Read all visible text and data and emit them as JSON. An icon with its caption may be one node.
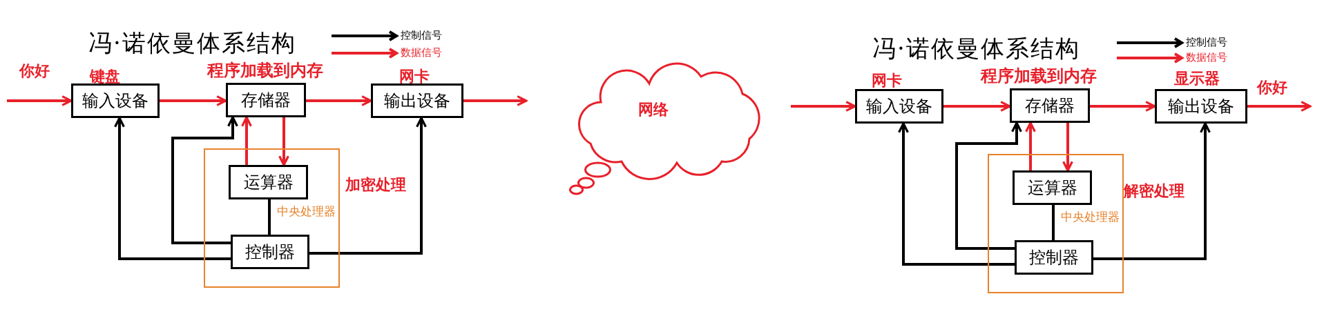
{
  "diagram": {
    "nodes": [
      {
        "text": [
          "输入设备"
        ],
        "beside": [
          "键盘"
        ]
      },
      {
        "text": [
          "存储器"
        ],
        "beside": [
          "程序加载到内存"
        ]
      },
      {
        "text": [
          "输出设备"
        ],
        "beside": [
          "网卡"
        ]
      },
      {
        "text": [
          "中央处理器"
        ]
      },
      {
        "text": [
          "运算器"
        ],
        "in": 3
      },
      {
        "text": [
          "控制器"
        ],
        "in": 3
      },
      {
        "text": [
          "网络"
        ]
      },
      {
        "text": [
          "输入设备"
        ],
        "beside": [
          "网卡"
        ]
      },
      {
        "text": [
          "存储器"
        ],
        "beside": [
          "程序加载到内存"
        ]
      },
      {
        "text": [
          "输出设备"
        ],
        "beside": [
          "显示器"
        ]
      },
      {
        "text": [
          "中央处理器"
        ]
      },
      {
        "text": [
          "运算器"
        ],
        "in": 10
      },
      {
        "text": [
          "控制器"
        ],
        "in": 10
      }
    ],
    "edges": [
      {
        "from": null,
        "to": 0,
        "arrow": "to"
      },
      {
        "from": 0,
        "to": 1,
        "arrow": "to"
      },
      {
        "from": 1,
        "to": 2,
        "arrow": "to"
      },
      {
        "from": 2,
        "to": null,
        "arrow": "to"
      },
      {
        "from": 4,
        "to": 1,
        "arrow": "to"
      },
      {
        "from": 1,
        "to": 4,
        "arrow": "to"
      },
      {
        "from": 5,
        "to": 4,
        "arrow": "none",
        "color": "#000000"
      },
      {
        "from": 5,
        "to": 1,
        "arrow": "to",
        "color": "#000000"
      },
      {
        "from": 5,
        "to": 0,
        "arrow": "to",
        "color": "#000000"
      },
      {
        "from": 5,
        "to": 2,
        "arrow": "to",
        "color": "#000000"
      },
      {
        "from": null,
        "to": 7,
        "arrow": "to"
      },
      {
        "from": 7,
        "to": 8,
        "arrow": "to"
      },
      {
        "from": 8,
        "to": 9,
        "arrow": "to"
      },
      {
        "from": 9,
        "to": null,
        "arrow": "to"
      },
      {
        "from": 11,
        "to": 8,
        "arrow": "to"
      },
      {
        "from": 8,
        "to": 11,
        "arrow": "to"
      },
      {
        "from": 12,
        "to": 11,
        "arrow": "none",
        "color": "#000000"
      },
      {
        "from": 12,
        "to": 8,
        "arrow": "to",
        "color": "#000000"
      },
      {
        "from": 12,
        "to": 7,
        "arrow": "to",
        "color": "#000000"
      },
      {
        "from": 12,
        "to": 9,
        "arrow": "to",
        "color": "#000000"
      }
    ],
    "labels": [
      "冯·诺依曼体系结构",
      "你好",
      "加密处理",
      "冯·诺依曼体系结构",
      "解密处理",
      "你好"
    ],
    "legend": [
      {
        "text": "控制信号"
      },
      {
        "text": "数据信号"
      },
      {
        "text": "控制信号"
      },
      {
        "text": "数据信号"
      }
    ]
  }
}
